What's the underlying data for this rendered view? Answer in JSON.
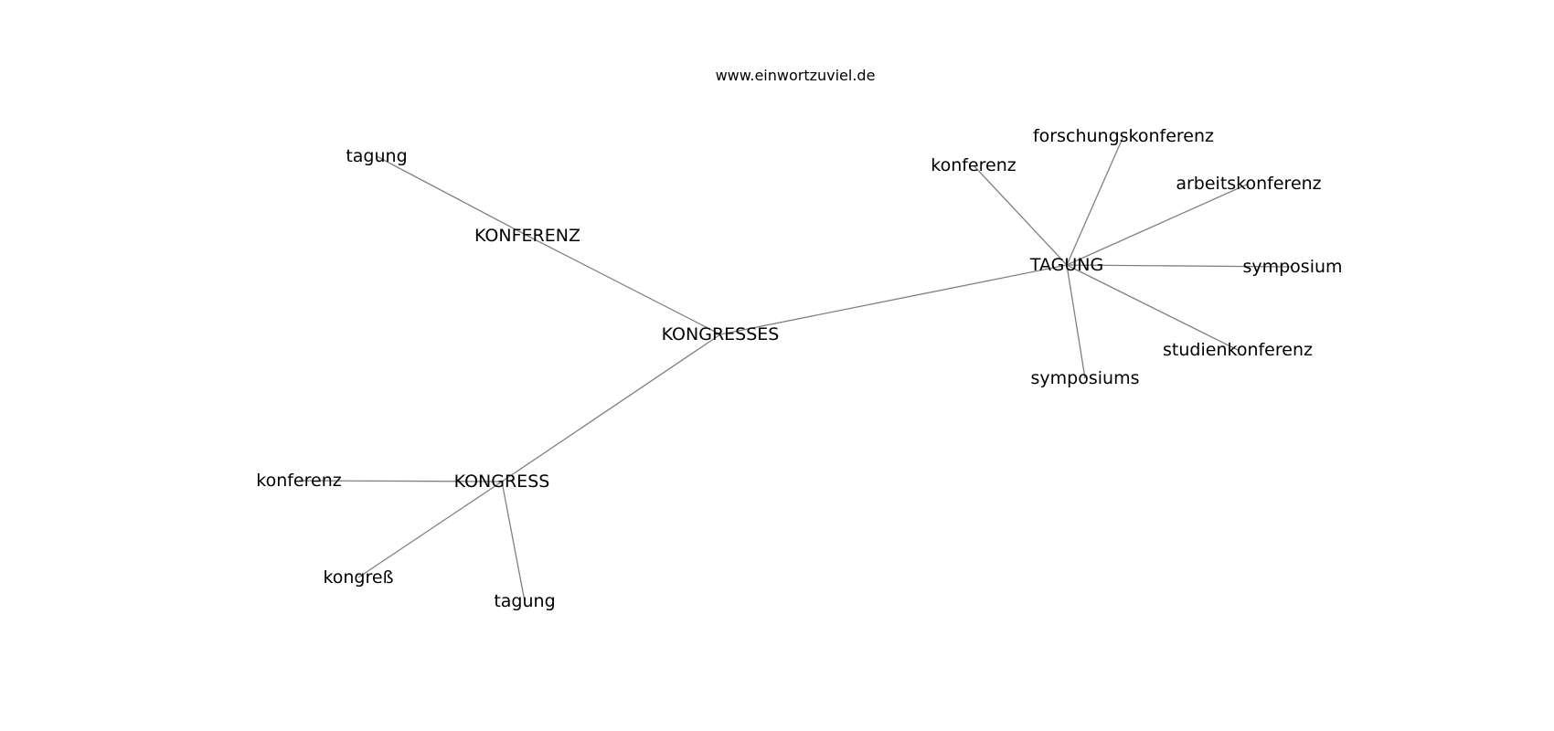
{
  "source": "www.einwortzuviel.de",
  "colors": {
    "edge": "#808080",
    "text": "#000000",
    "background": "#ffffff"
  },
  "nodes": [
    {
      "id": "kongresses",
      "label": "KONGRESSES"
    },
    {
      "id": "konferenz-hub",
      "label": "KONFERENZ"
    },
    {
      "id": "tagung-hub",
      "label": "TAGUNG"
    },
    {
      "id": "kongress-hub",
      "label": "KONGRESS"
    },
    {
      "id": "konferenz-tagung-leaf",
      "label": "tagung"
    },
    {
      "id": "tagung-konferenz-leaf",
      "label": "konferenz"
    },
    {
      "id": "tagung-forschungskonferenz-leaf",
      "label": "forschungskonferenz"
    },
    {
      "id": "tagung-arbeitskonferenz-leaf",
      "label": "arbeitskonferenz"
    },
    {
      "id": "tagung-symposium-leaf",
      "label": "symposium"
    },
    {
      "id": "tagung-studienkonferenz-leaf",
      "label": "studienkonferenz"
    },
    {
      "id": "tagung-symposiums-leaf",
      "label": "symposiums"
    },
    {
      "id": "kongress-konferenz-leaf",
      "label": "konferenz"
    },
    {
      "id": "kongress-kongress-leaf",
      "label": "kongreß"
    },
    {
      "id": "kongress-tagung-leaf",
      "label": "tagung"
    }
  ],
  "edges": [
    [
      "kongresses",
      "konferenz-hub"
    ],
    [
      "kongresses",
      "tagung-hub"
    ],
    [
      "kongresses",
      "kongress-hub"
    ],
    [
      "konferenz-hub",
      "konferenz-tagung-leaf"
    ],
    [
      "tagung-hub",
      "tagung-konferenz-leaf"
    ],
    [
      "tagung-hub",
      "tagung-forschungskonferenz-leaf"
    ],
    [
      "tagung-hub",
      "tagung-arbeitskonferenz-leaf"
    ],
    [
      "tagung-hub",
      "tagung-symposium-leaf"
    ],
    [
      "tagung-hub",
      "tagung-studienkonferenz-leaf"
    ],
    [
      "tagung-hub",
      "tagung-symposiums-leaf"
    ],
    [
      "kongress-hub",
      "kongress-konferenz-leaf"
    ],
    [
      "kongress-hub",
      "kongress-kongress-leaf"
    ],
    [
      "kongress-hub",
      "kongress-tagung-leaf"
    ]
  ]
}
